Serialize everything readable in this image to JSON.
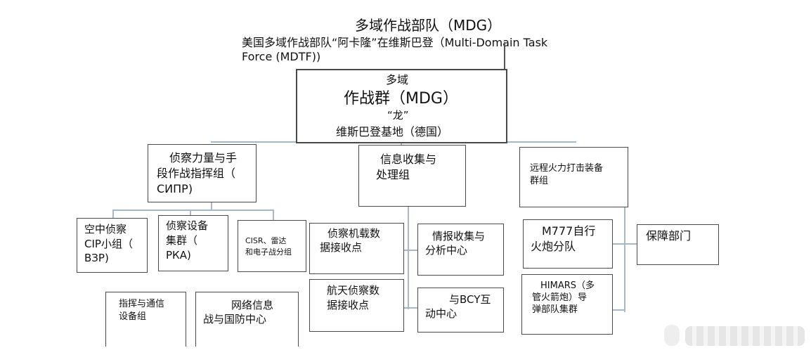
{
  "header": {
    "title": "多域作战部队（MDG）",
    "subtitle_line1": "美国多域作战部队“阿卡隆”在维斯巴登（Multi-Domain Task",
    "subtitle_line2": "Force (MDTF))"
  },
  "top_box": {
    "line1": "多域",
    "line2": "作战群（MDG）",
    "line3": "“龙”",
    "line4": "维斯巴登基地（德国）"
  },
  "groups": {
    "recon": {
      "line1": "侦察力量与手",
      "line2": "段作战指挥组（",
      "line3": "СИПР)"
    },
    "info": {
      "line1": "信息收集与",
      "line2": "处理组"
    },
    "fires": {
      "line1": "远程火力打击装备",
      "line2": "群组"
    }
  },
  "units": {
    "air_recon": {
      "line1": "空中侦察",
      "line2": "CIP小组（",
      "line3": "ВЗР)"
    },
    "recon_equipment": {
      "line1": "侦察设备",
      "line2": "集群（",
      "line3": "РКА)"
    },
    "cisr": {
      "line1": "CISR、雷达",
      "line2": "和电子战分组"
    },
    "command_comm": {
      "line1": "指挥与通信",
      "line2": "设备组"
    },
    "cyber": {
      "line1": "网络信息",
      "line2": "战与国防中心"
    },
    "airborne_recon": {
      "line1": "侦察机载数",
      "line2": "据接收点"
    },
    "intel_center": {
      "line1": "情报收集与",
      "line2": "分析中心"
    },
    "space_recon": {
      "line1": "航天侦察数",
      "line2": "据接收点"
    },
    "bcy": {
      "line1": "与BCY互",
      "line2": "动中心"
    },
    "m777": {
      "line1": "M777自行",
      "line2": "火炮分队"
    },
    "himars": {
      "line1": "HIMARS（多",
      "line2": "管火箭炮）导",
      "line3": "弹部队集群"
    },
    "support": {
      "line1": "保障部门"
    }
  }
}
